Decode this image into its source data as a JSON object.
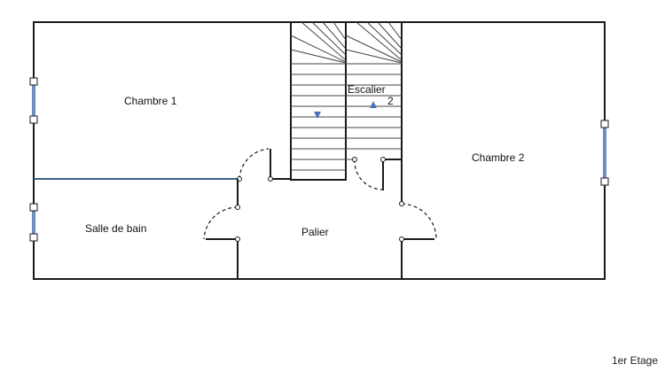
{
  "rooms": {
    "chambre1": "Chambre 1",
    "chambre2": "Chambre 2",
    "salle_de_bain": "Salle de bain",
    "palier": "Palier",
    "escalier": "Escalier",
    "escalier_num": "2"
  },
  "floor_label": "1er Etage",
  "colors": {
    "wall": "#1a1a1a",
    "window": "#6f8fc0",
    "arrow": "#4a72b8"
  }
}
